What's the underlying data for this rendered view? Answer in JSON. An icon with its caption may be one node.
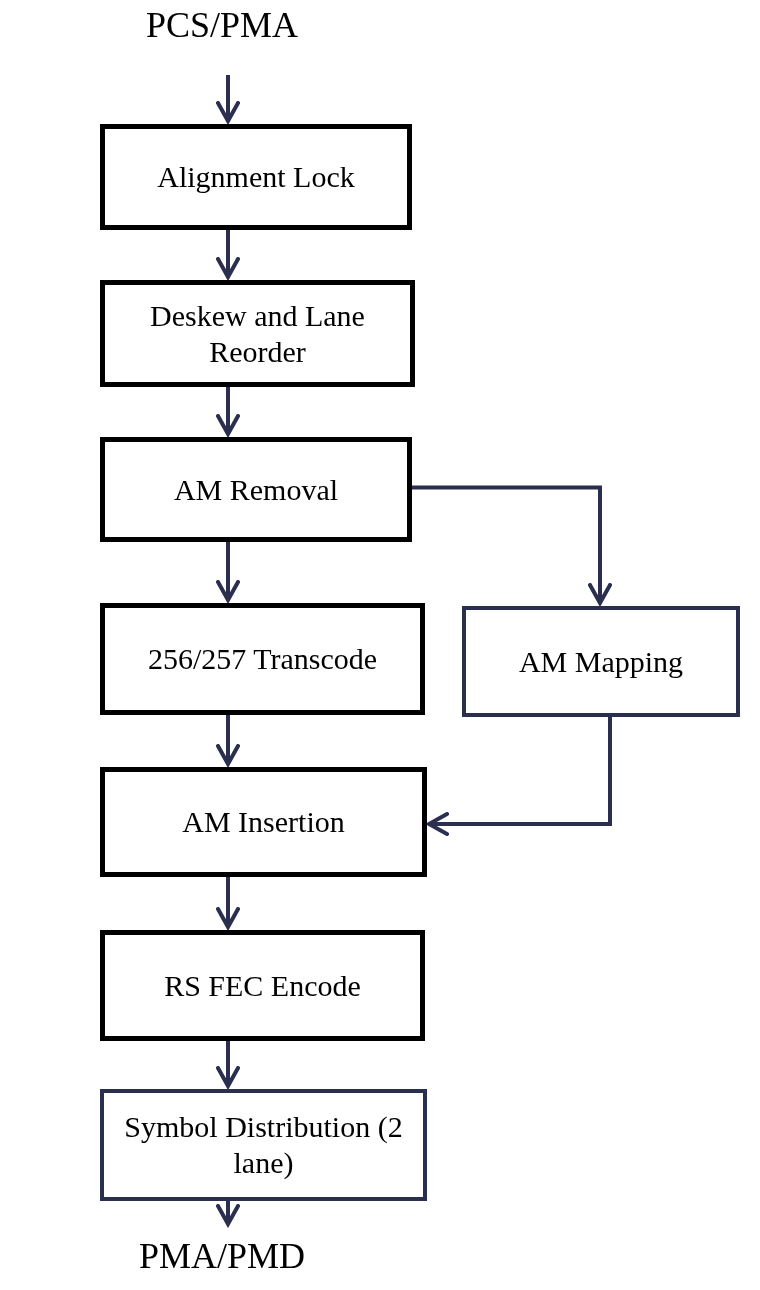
{
  "diagram": {
    "nodes": [
      {
        "text": [
          "PCS/PMA"
        ]
      },
      {
        "text": [
          "Alignment Lock"
        ]
      },
      {
        "text": [
          "Deskew and Lane Reorder"
        ]
      },
      {
        "text": [
          "AM Removal"
        ]
      },
      {
        "text": [
          "256/257 Transcode"
        ]
      },
      {
        "text": [
          "AM Mapping"
        ]
      },
      {
        "text": [
          "AM Insertion"
        ]
      },
      {
        "text": [
          "RS FEC Encode"
        ]
      },
      {
        "text": [
          "Symbol Distribution (2 lane)"
        ]
      },
      {
        "text": [
          "PMA/PMD"
        ]
      }
    ],
    "edges": [
      {
        "from": 0,
        "to": 1,
        "arrow": "to"
      },
      {
        "from": 1,
        "to": 2,
        "arrow": "to"
      },
      {
        "from": 2,
        "to": 3,
        "arrow": "to"
      },
      {
        "from": 3,
        "to": 4,
        "arrow": "to"
      },
      {
        "from": 3,
        "to": 5,
        "arrow": "to"
      },
      {
        "from": 4,
        "to": 6,
        "arrow": "to"
      },
      {
        "from": 5,
        "to": 6,
        "arrow": "to"
      },
      {
        "from": 6,
        "to": 7,
        "arrow": "to"
      },
      {
        "from": 7,
        "to": 8,
        "arrow": "to"
      },
      {
        "from": 8,
        "to": 9,
        "arrow": "to"
      }
    ]
  }
}
